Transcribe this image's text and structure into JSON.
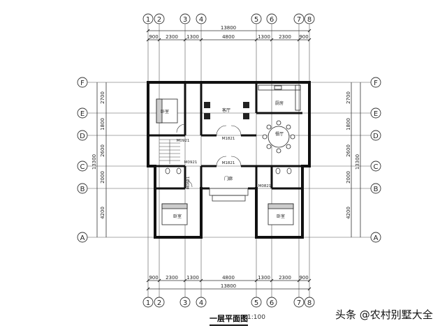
{
  "axes_top": [
    "1",
    "2",
    "3",
    "4",
    "5",
    "6",
    "7",
    "8"
  ],
  "axes_side": [
    "F",
    "E",
    "D",
    "C",
    "B",
    "A"
  ],
  "dims_horizontal": [
    "900",
    "2300",
    "1300",
    "4800",
    "1300",
    "2300",
    "900"
  ],
  "dim_total": "13800",
  "dims_vertical_left": [
    "2700",
    "1800",
    "2600",
    "2000",
    "4200"
  ],
  "dims_vertical_right": [
    "2700",
    "1800",
    "2600",
    "2000",
    "4200"
  ],
  "dim_total_vertical": "13300",
  "rooms": {
    "bedroom": "卧室",
    "living": "客厅",
    "kitchen": "厨房",
    "dining": "餐厅",
    "porch": "门廊"
  },
  "door_tags": {
    "m0921_a": "M0921",
    "m0921_b": "M0921",
    "m1821_a": "M1821",
    "m1821_b": "M1821",
    "m0821_a": "M0821",
    "m0821_b": "M0821"
  },
  "title": "一层平面图",
  "scale": "1:100",
  "watermark": "头条 @农村别墅大全"
}
